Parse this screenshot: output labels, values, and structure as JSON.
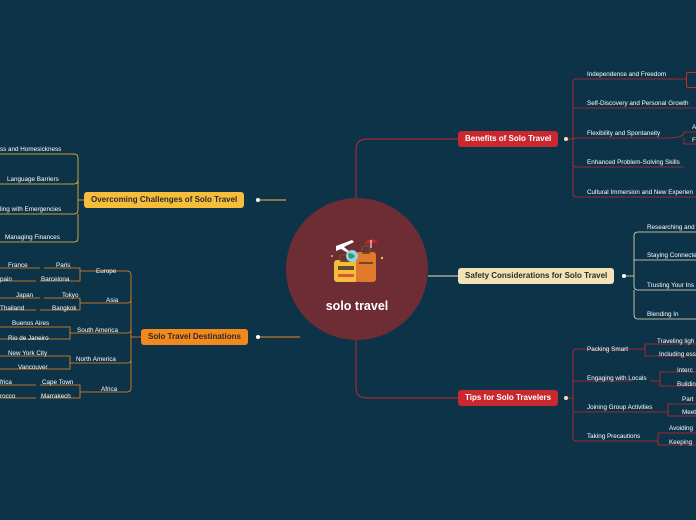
{
  "central": {
    "title": "solo travel"
  },
  "branches": {
    "benefits": {
      "label": "Benefits of Solo Travel",
      "items": [
        "Independence and Freedom",
        "Self-Discovery and Personal Growth",
        "Flexibility and Spontaneity",
        "Enhanced Problem-Solving Skills",
        "Cultural Immersion and New Experien"
      ],
      "sub_fragments": [
        "A",
        "F"
      ]
    },
    "safety": {
      "label": "Safety Considerations for Solo Travel",
      "items": [
        "Researching and",
        "Staying Connecte",
        "Trusting Your Ins",
        "Blending In"
      ]
    },
    "tips": {
      "label": "Tips for Solo Travelers",
      "groups": [
        {
          "label": "Packing Smart",
          "children": [
            "Traveling ligh",
            "Including ess"
          ]
        },
        {
          "label": "Engaging with Locals",
          "children": [
            "Interc",
            "Buildin"
          ]
        },
        {
          "label": "Joining Group Activities",
          "children": [
            "Part",
            "Meet"
          ]
        },
        {
          "label": "Taking Precautions",
          "children": [
            "Avoiding",
            "Keeping"
          ]
        }
      ]
    },
    "challenges": {
      "label": "Overcoming Challenges of Solo Travel",
      "items": [
        "ss and Homesickness",
        "Language Barriers",
        "ling with Emergencies",
        "Managing Finances"
      ]
    },
    "destinations": {
      "label": "Solo Travel Destinations",
      "regions": [
        {
          "label": "Europe",
          "cities": [
            "Paris",
            "Barcelona"
          ],
          "countries": [
            "France",
            "pain"
          ]
        },
        {
          "label": "Asia",
          "cities": [
            "Tokyo",
            "Bangkok"
          ],
          "countries": [
            "Japan",
            "Thailand"
          ]
        },
        {
          "label": "South America",
          "cities": [
            "Buenos Aires",
            "Rio de Janeiro"
          ],
          "countries": []
        },
        {
          "label": "North America",
          "cities": [
            "New York City",
            "Vancouver"
          ],
          "countries": []
        },
        {
          "label": "Africa",
          "cities": [
            "Cape Town",
            "Marrakech"
          ],
          "countries": [
            "frica",
            "rocco"
          ]
        }
      ]
    }
  },
  "colors": {
    "background": "#0d3349",
    "red": "#c8282e",
    "cream": "#f1e3b6",
    "yellow": "#f6bd3b",
    "orange": "#f2891d",
    "center": "#6e2c35"
  }
}
